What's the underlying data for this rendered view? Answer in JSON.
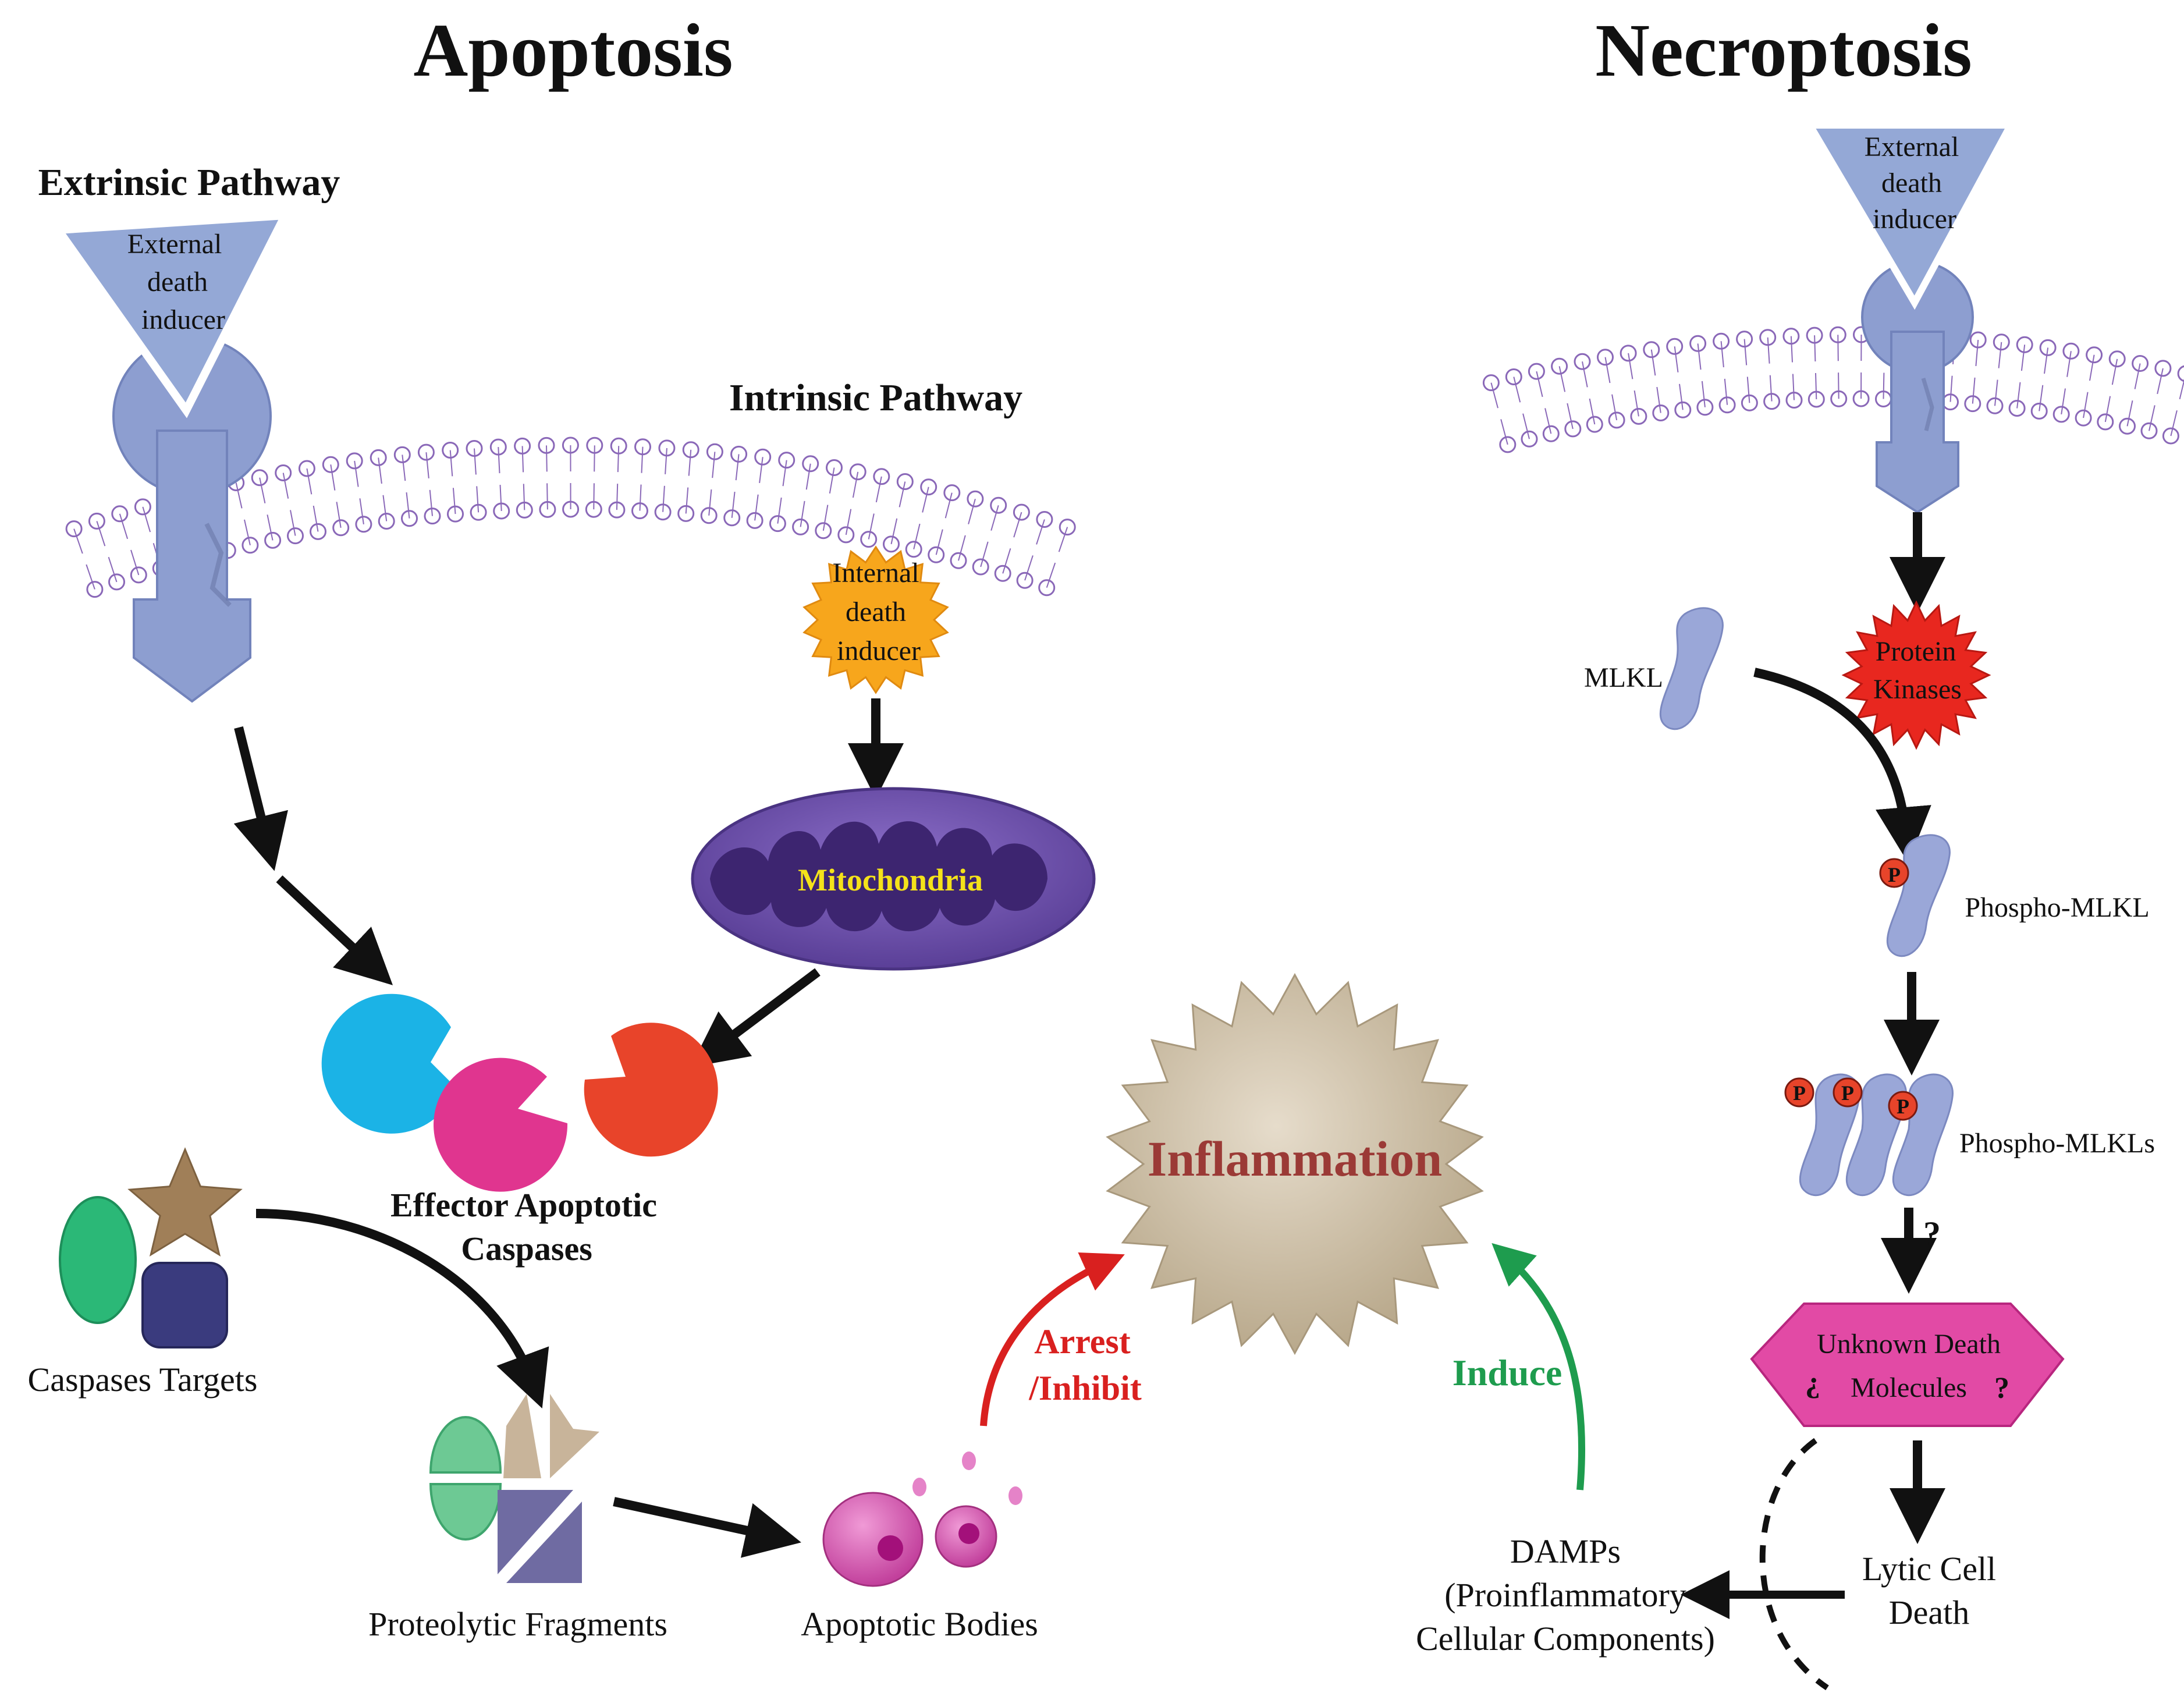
{
  "titles": {
    "apoptosis": "Apoptosis",
    "necroptosis": "Necroptosis"
  },
  "apoptosis": {
    "extrinsic_pathway": "Extrinsic Pathway",
    "intrinsic_pathway": "Intrinsic Pathway",
    "external_inducer": [
      "External",
      "death",
      "inducer"
    ],
    "internal_inducer": [
      "Internal",
      "death",
      "inducer"
    ],
    "mitochondria": "Mitochondria",
    "effector_caspases": [
      "Effector Apoptotic",
      "Caspases"
    ],
    "caspases_targets": "Caspases Targets",
    "proteolytic_fragments": "Proteolytic Fragments",
    "apoptotic_bodies": "Apoptotic Bodies",
    "arrest_inhibit": [
      "Arrest",
      "/Inhibit"
    ]
  },
  "inflammation": {
    "label": "Inflammation",
    "induce": "Induce"
  },
  "necroptosis": {
    "external_inducer": [
      "External",
      "death",
      "inducer"
    ],
    "mlkl": "MLKL",
    "protein_kinases": [
      "Protein",
      "Kinases"
    ],
    "phospho_mlkl": "Phospho-MLKL",
    "phospho_mlkls": "Phospho-MLKLs",
    "phospho_marker": "P",
    "question_mark": "?",
    "unknown_death": [
      "Unknown Death",
      "Molecules"
    ],
    "lytic_cell_death": [
      "Lytic Cell",
      "Death"
    ],
    "damps": [
      "DAMPs",
      "(Proinflammatory",
      "Cellular Components)"
    ]
  },
  "colors": {
    "receptor": "#8d9ed0",
    "mitochondria": "#6a4fa8",
    "mitochondria_label": "#f4e21a",
    "internal_inducer": "#f7a61c",
    "protein_kinases": "#e8271f",
    "inflammation": "#c9bba2",
    "inflammation_text": "#9b3a36",
    "caspase_blue": "#1bb3e6",
    "caspase_pink": "#e0358f",
    "caspase_red": "#e8442a",
    "unknown_death": "#e24aa5",
    "arrest_arrow": "#d9201f",
    "induce_arrow": "#1e9c4e"
  }
}
